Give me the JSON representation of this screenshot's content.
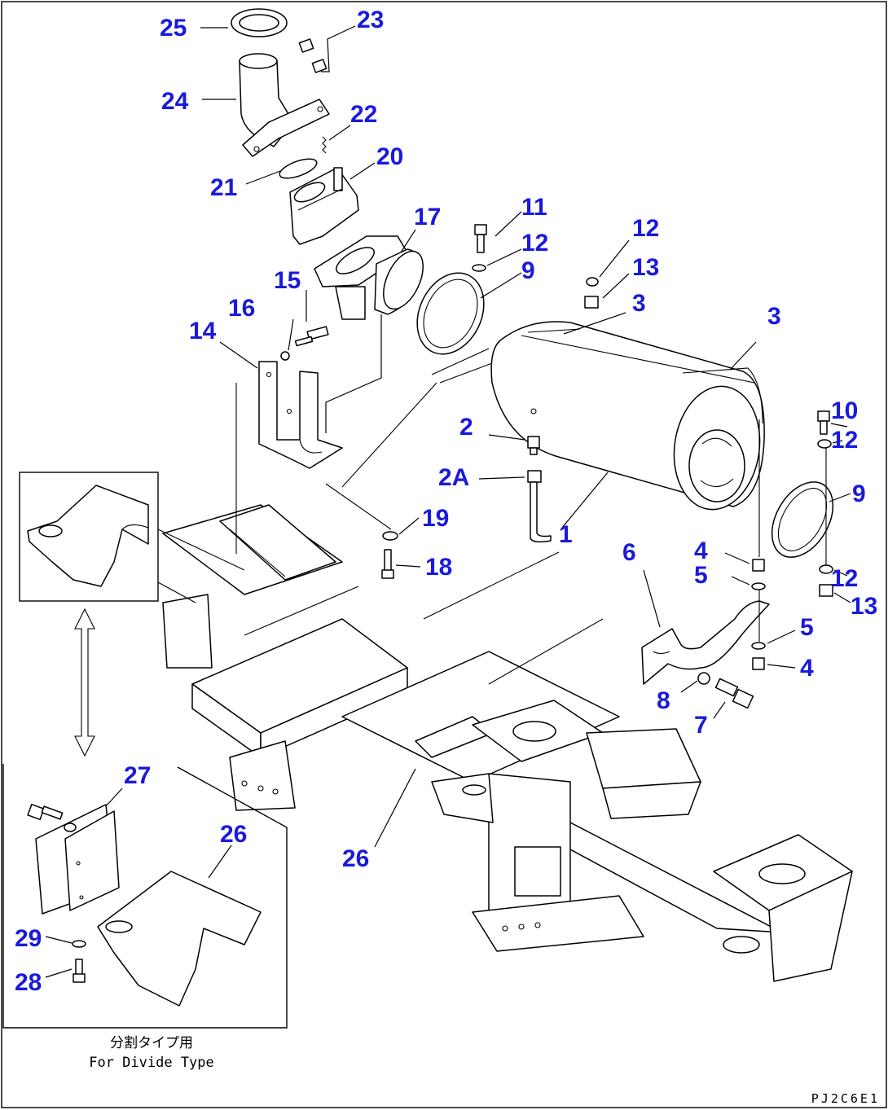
{
  "labels": {
    "p1": "1",
    "p2": "2",
    "p2a": "2A",
    "p3a": "3",
    "p3b": "3",
    "p4a": "4",
    "p4b": "4",
    "p5a": "5",
    "p5b": "5",
    "p6": "6",
    "p7": "7",
    "p8": "8",
    "p9a": "9",
    "p9b": "9",
    "p10": "10",
    "p11": "11",
    "p12a": "12",
    "p12b": "12",
    "p12c": "12",
    "p12d": "12",
    "p13a": "13",
    "p13b": "13",
    "p14": "14",
    "p15": "15",
    "p16": "16",
    "p17": "17",
    "p18": "18",
    "p19": "19",
    "p20": "20",
    "p21": "21",
    "p22": "22",
    "p23": "23",
    "p24": "24",
    "p25": "25",
    "p26a": "26",
    "p26b": "26",
    "p27": "27",
    "p28": "28",
    "p29": "29"
  },
  "inset_note": {
    "japanese": "分割タイプ用",
    "english": "For Divide Type"
  },
  "drawing_code": "PJ2C6E1",
  "colors": {
    "label": "#1a1adb",
    "line": "#000000",
    "background": "#ffffff"
  }
}
